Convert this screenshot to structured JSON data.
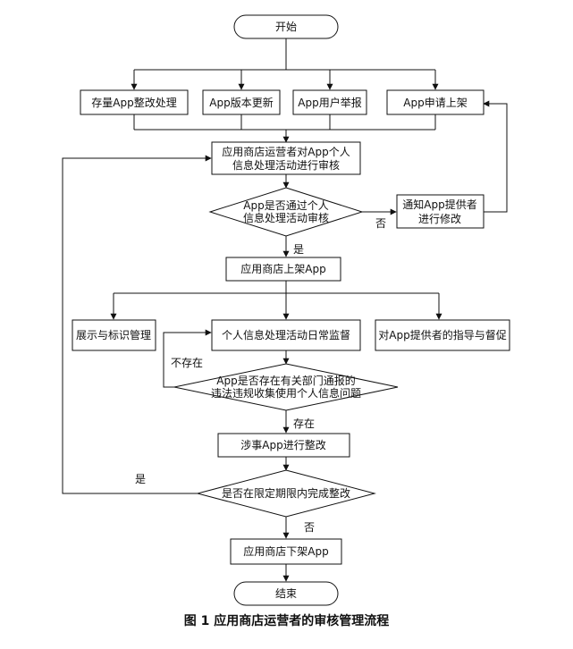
{
  "nodes": {
    "start": "开始",
    "stock": "存量App整改处理",
    "version": "App版本更新",
    "report": "App用户举报",
    "apply": "App申请上架",
    "review_l1": "应用商店运营者对App个人",
    "review_l2": "信息处理活动进行审核",
    "decision1_l1": "App是否通过个人",
    "decision1_l2": "信息处理活动审核",
    "notify_l1": "通知App提供者",
    "notify_l2": "进行修改",
    "listed": "应用商店上架App",
    "display": "展示与标识管理",
    "monitor": "个人信息处理活动日常监督",
    "guide": "对App提供者的指导与督促",
    "decision2_l1": "App是否存在有关部门通报的",
    "decision2_l2": "违法违规收集使用个人信息问题",
    "rectify": "涉事App进行整改",
    "decision3": "是否在限定期限内完成整改",
    "delist": "应用商店下架App",
    "end": "结束"
  },
  "edge_labels": {
    "no1": "否",
    "yes1": "是",
    "not_exist": "不存在",
    "exist": "存在",
    "yes3": "是",
    "no3": "否"
  },
  "caption": "图 1  应用商店运营者的审核管理流程"
}
